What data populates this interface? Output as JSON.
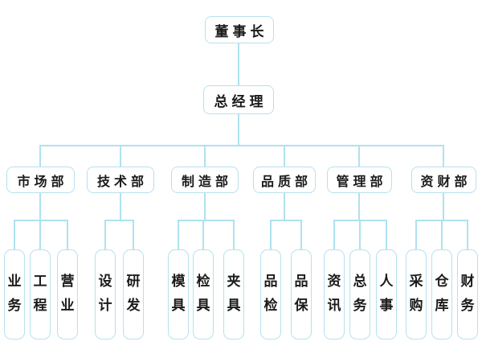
{
  "org": {
    "chairman": {
      "label": "董事长"
    },
    "general_manager": {
      "label": "总经理"
    },
    "departments": [
      {
        "label": "市场部",
        "sections": [
          "业务",
          "工程",
          "营业"
        ]
      },
      {
        "label": "技术部",
        "sections": [
          "设计",
          "研发"
        ]
      },
      {
        "label": "制造部",
        "sections": [
          "模具",
          "检具",
          "夹具"
        ]
      },
      {
        "label": "品质部",
        "sections": [
          "品检",
          "品保"
        ]
      },
      {
        "label": "管理部",
        "sections": [
          "资讯",
          "总务",
          "人事"
        ]
      },
      {
        "label": "资财部",
        "sections": [
          "采购",
          "仓库",
          "财务"
        ]
      }
    ]
  },
  "colors": {
    "line": "#aee2f0",
    "border": "#b7e1ee",
    "text": "#1b1b1b",
    "background": "#ffffff"
  }
}
